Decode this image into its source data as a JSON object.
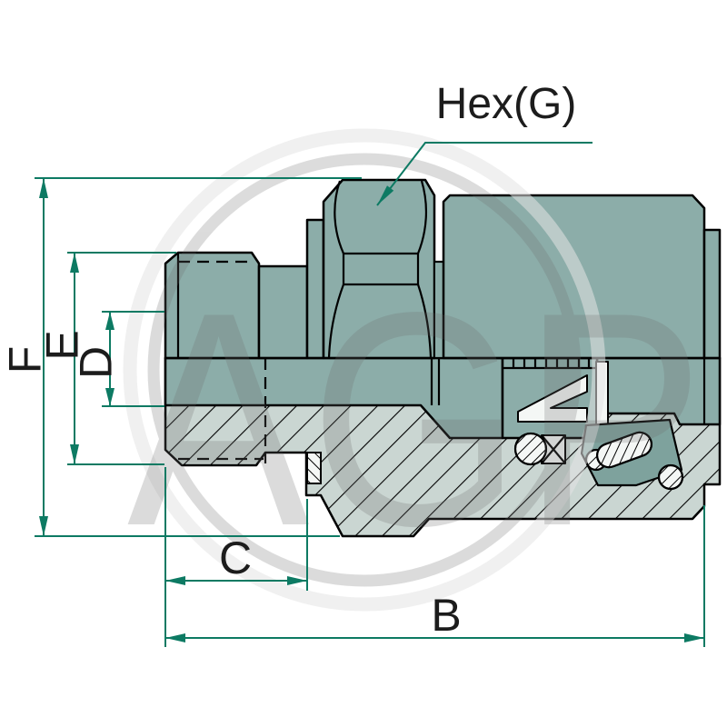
{
  "watermark": {
    "text": "AGP"
  },
  "callout": {
    "hex_label": "Hex(G)"
  },
  "dimensions": {
    "b": "B",
    "c": "C",
    "d": "D",
    "e": "E",
    "f": "F"
  },
  "colors": {
    "accent": "#0d7a63",
    "body": "#8cada9",
    "section": "#cad6d2",
    "pocket": "#7ea29d",
    "white-part": "#f4f7f5",
    "watermark": "#6e6e6e"
  }
}
